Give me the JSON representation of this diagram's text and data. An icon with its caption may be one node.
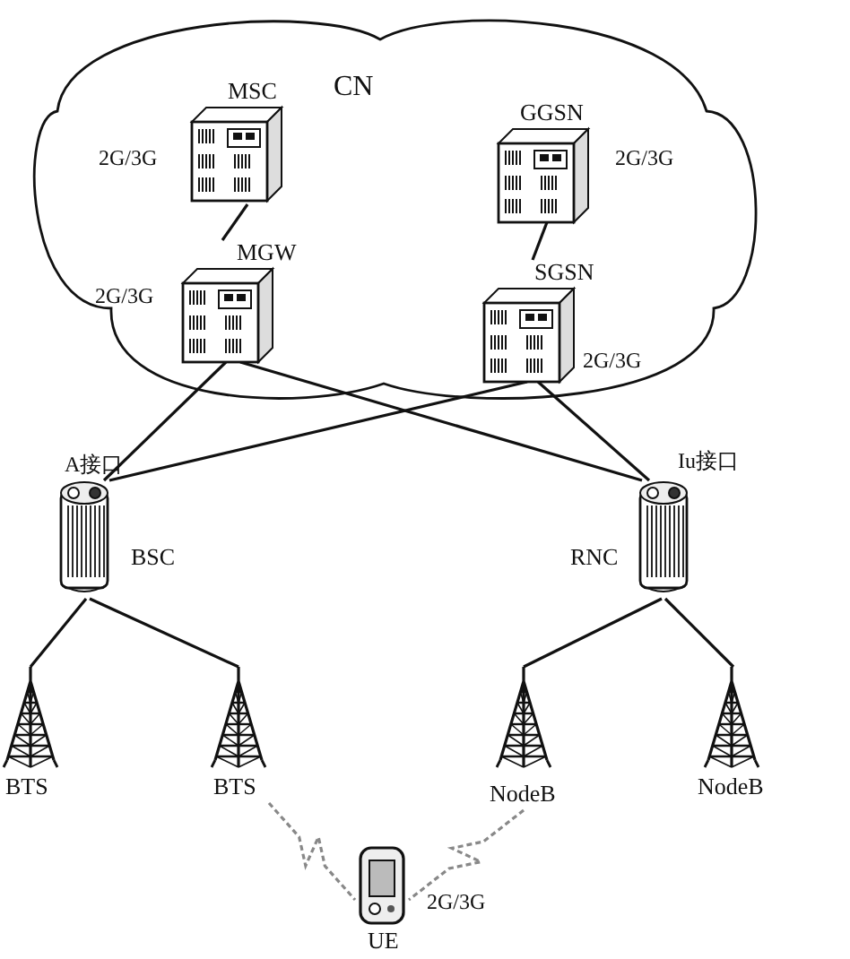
{
  "diagram": {
    "nodes": [
      {
        "text": [
          "CN"
        ]
      },
      {
        "text": [
          "MSC"
        ],
        "in": 0,
        "beside": [
          "2G/3G"
        ]
      },
      {
        "text": [
          "MGW"
        ],
        "in": 0,
        "beside": [
          "2G/3G"
        ]
      },
      {
        "text": [
          "GGSN"
        ],
        "in": 0,
        "beside": [
          "2G/3G"
        ]
      },
      {
        "text": [
          "SGSN"
        ],
        "in": 0,
        "beside": [
          "2G/3G"
        ]
      },
      {
        "text": [
          "BSC"
        ],
        "beside": [
          "A接口"
        ]
      },
      {
        "text": [
          "RNC"
        ],
        "beside": [
          "Iu接口"
        ]
      },
      {
        "text": [
          "BTS"
        ]
      },
      {
        "text": [
          "BTS"
        ]
      },
      {
        "text": [
          "NodeB"
        ]
      },
      {
        "text": [
          "NodeB"
        ]
      },
      {
        "text": [
          "UE"
        ],
        "beside": [
          "2G/3G"
        ]
      }
    ],
    "edges": [
      {
        "from": 1,
        "to": 2,
        "arrow": "none"
      },
      {
        "from": 3,
        "to": 4,
        "arrow": "none"
      },
      {
        "from": 2,
        "to": 5,
        "arrow": "none"
      },
      {
        "from": 2,
        "to": 6,
        "arrow": "none"
      },
      {
        "from": 4,
        "to": 5,
        "arrow": "none"
      },
      {
        "from": 4,
        "to": 6,
        "arrow": "none"
      },
      {
        "from": 5,
        "to": 7,
        "arrow": "none"
      },
      {
        "from": 5,
        "to": 8,
        "arrow": "none"
      },
      {
        "from": 6,
        "to": 9,
        "arrow": "none"
      },
      {
        "from": 6,
        "to": 10,
        "arrow": "none"
      },
      {
        "from": 8,
        "to": 11,
        "arrow": "none",
        "style": "dashed",
        "color": "#888888"
      },
      {
        "from": 9,
        "to": 11,
        "arrow": "none",
        "style": "dashed",
        "color": "#888888"
      }
    ]
  }
}
